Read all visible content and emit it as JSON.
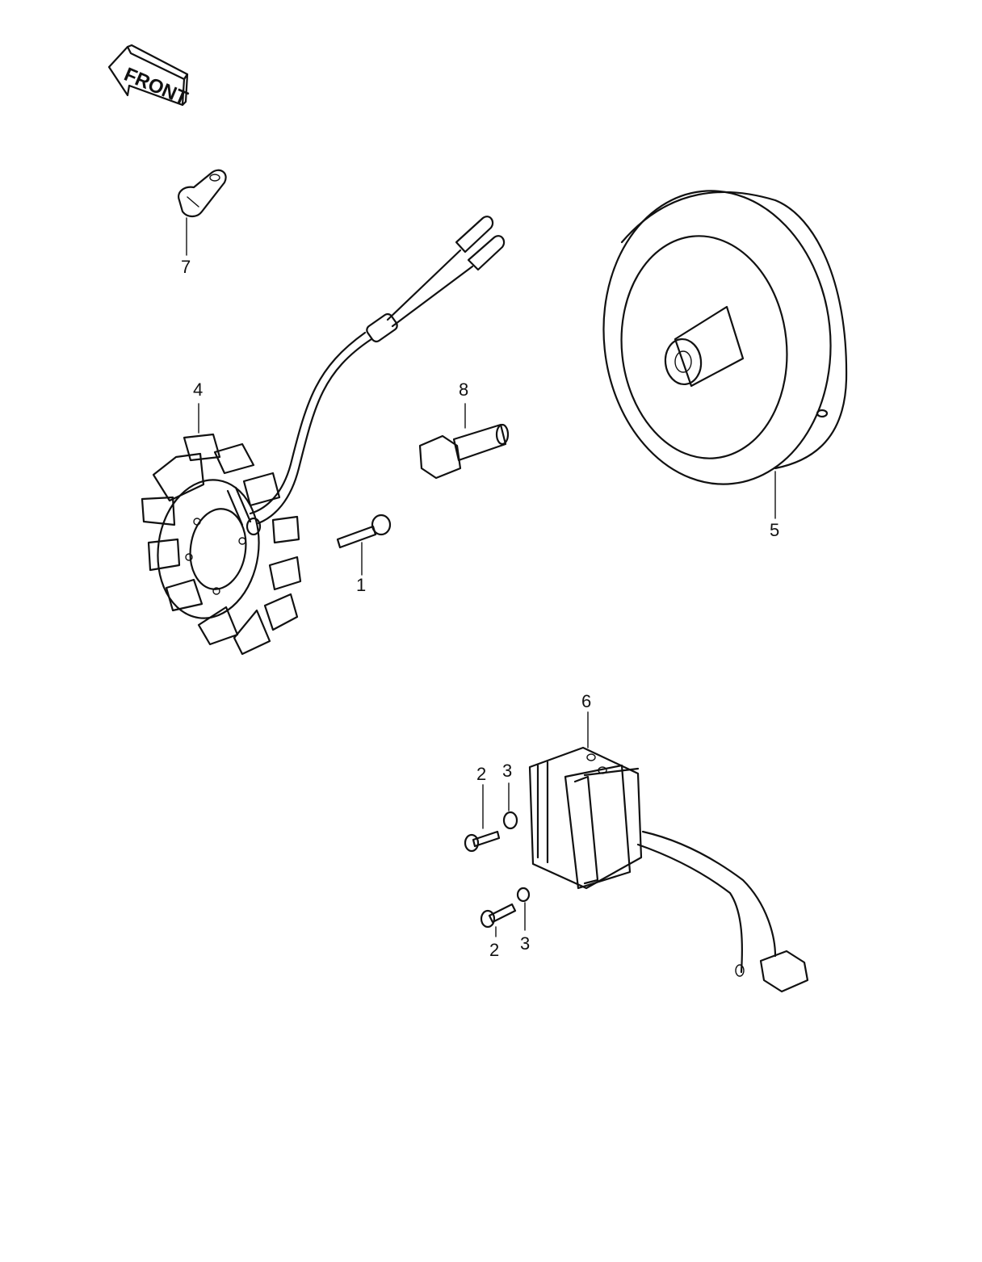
{
  "front_label": "FRONT",
  "callouts": {
    "c1": "1",
    "c2a": "2",
    "c2b": "2",
    "c3a": "3",
    "c3b": "3",
    "c4": "4",
    "c5": "5",
    "c6": "6",
    "c7": "7",
    "c8": "8"
  }
}
